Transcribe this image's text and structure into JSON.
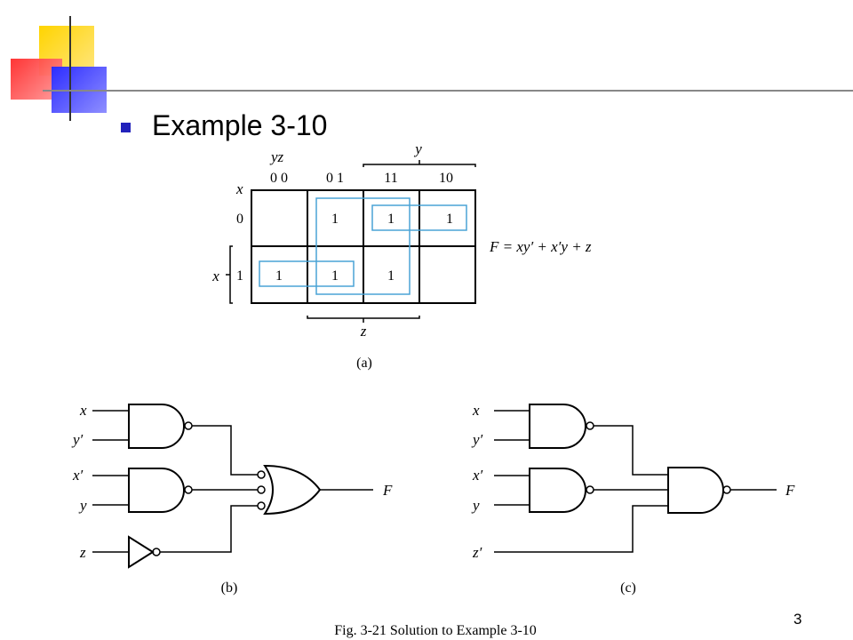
{
  "slide": {
    "title": "Example 3-10",
    "page_number": "3"
  },
  "kmap": {
    "var_row": "x",
    "var_cols": "yz",
    "col_headers": [
      "0 0",
      "0 1",
      "11",
      "10"
    ],
    "row_headers": [
      "0",
      "1"
    ],
    "cells": [
      [
        "",
        "1",
        "1",
        "1"
      ],
      [
        "1",
        "1",
        "1",
        ""
      ]
    ],
    "bracket_y": "y",
    "bracket_x": "x",
    "bracket_z": "z",
    "function": "F = xy′ + x′y + z",
    "caption": "(a)"
  },
  "circuit_b": {
    "inputs": [
      "x",
      "y′",
      "x′",
      "y",
      "z"
    ],
    "output": "F",
    "caption": "(b)"
  },
  "circuit_c": {
    "inputs": [
      "x",
      "y′",
      "x′",
      "y",
      "z′"
    ],
    "output": "F",
    "caption": "(c)"
  },
  "figure_caption": "Fig. 3-21  Solution to Example 3-10",
  "colors": {
    "accent_box": "#4aa3d6",
    "bullet": "#2222bb"
  }
}
